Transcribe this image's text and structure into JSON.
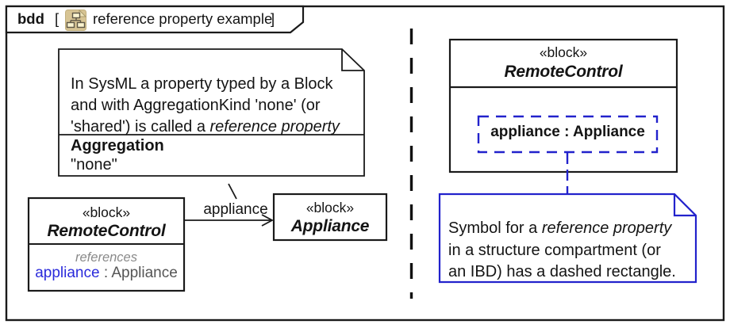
{
  "diagram": {
    "frame_keyword": "bdd",
    "bracket_open": "[",
    "bracket_close": "]",
    "name": "reference property example"
  },
  "left_note": {
    "line1": "In SysML a property typed by a Block",
    "line2": "and with AggregationKind 'none' (or",
    "line3_pre": "'shared') is called a ",
    "line3_italic": "reference property",
    "aggregation_label": "Aggregation",
    "aggregation_value": "\"none\""
  },
  "left_block": {
    "stereotype": "«block»",
    "name": "RemoteControl",
    "compartment_label": "references",
    "property_name": "appliance",
    "property_suffix": " : Appliance"
  },
  "appliance_block": {
    "stereotype": "«block»",
    "name": "Appliance"
  },
  "association": {
    "label": "appliance"
  },
  "right_block": {
    "stereotype": "«block»",
    "name": "RemoteControl",
    "reference_part": "appliance : Appliance"
  },
  "right_note": {
    "line1_pre": "Symbol for a ",
    "line1_italic": "reference property",
    "line2": "in a structure compartment (or",
    "line3": "an IBD) has a dashed rectangle."
  },
  "colors": {
    "frame_black": "#1a1a1a",
    "reference_blue": "#2222cc",
    "property_name_blue": "#2b2bdb",
    "muted_gray": "#8a8a8a",
    "icon_tan": "#d7c494"
  }
}
